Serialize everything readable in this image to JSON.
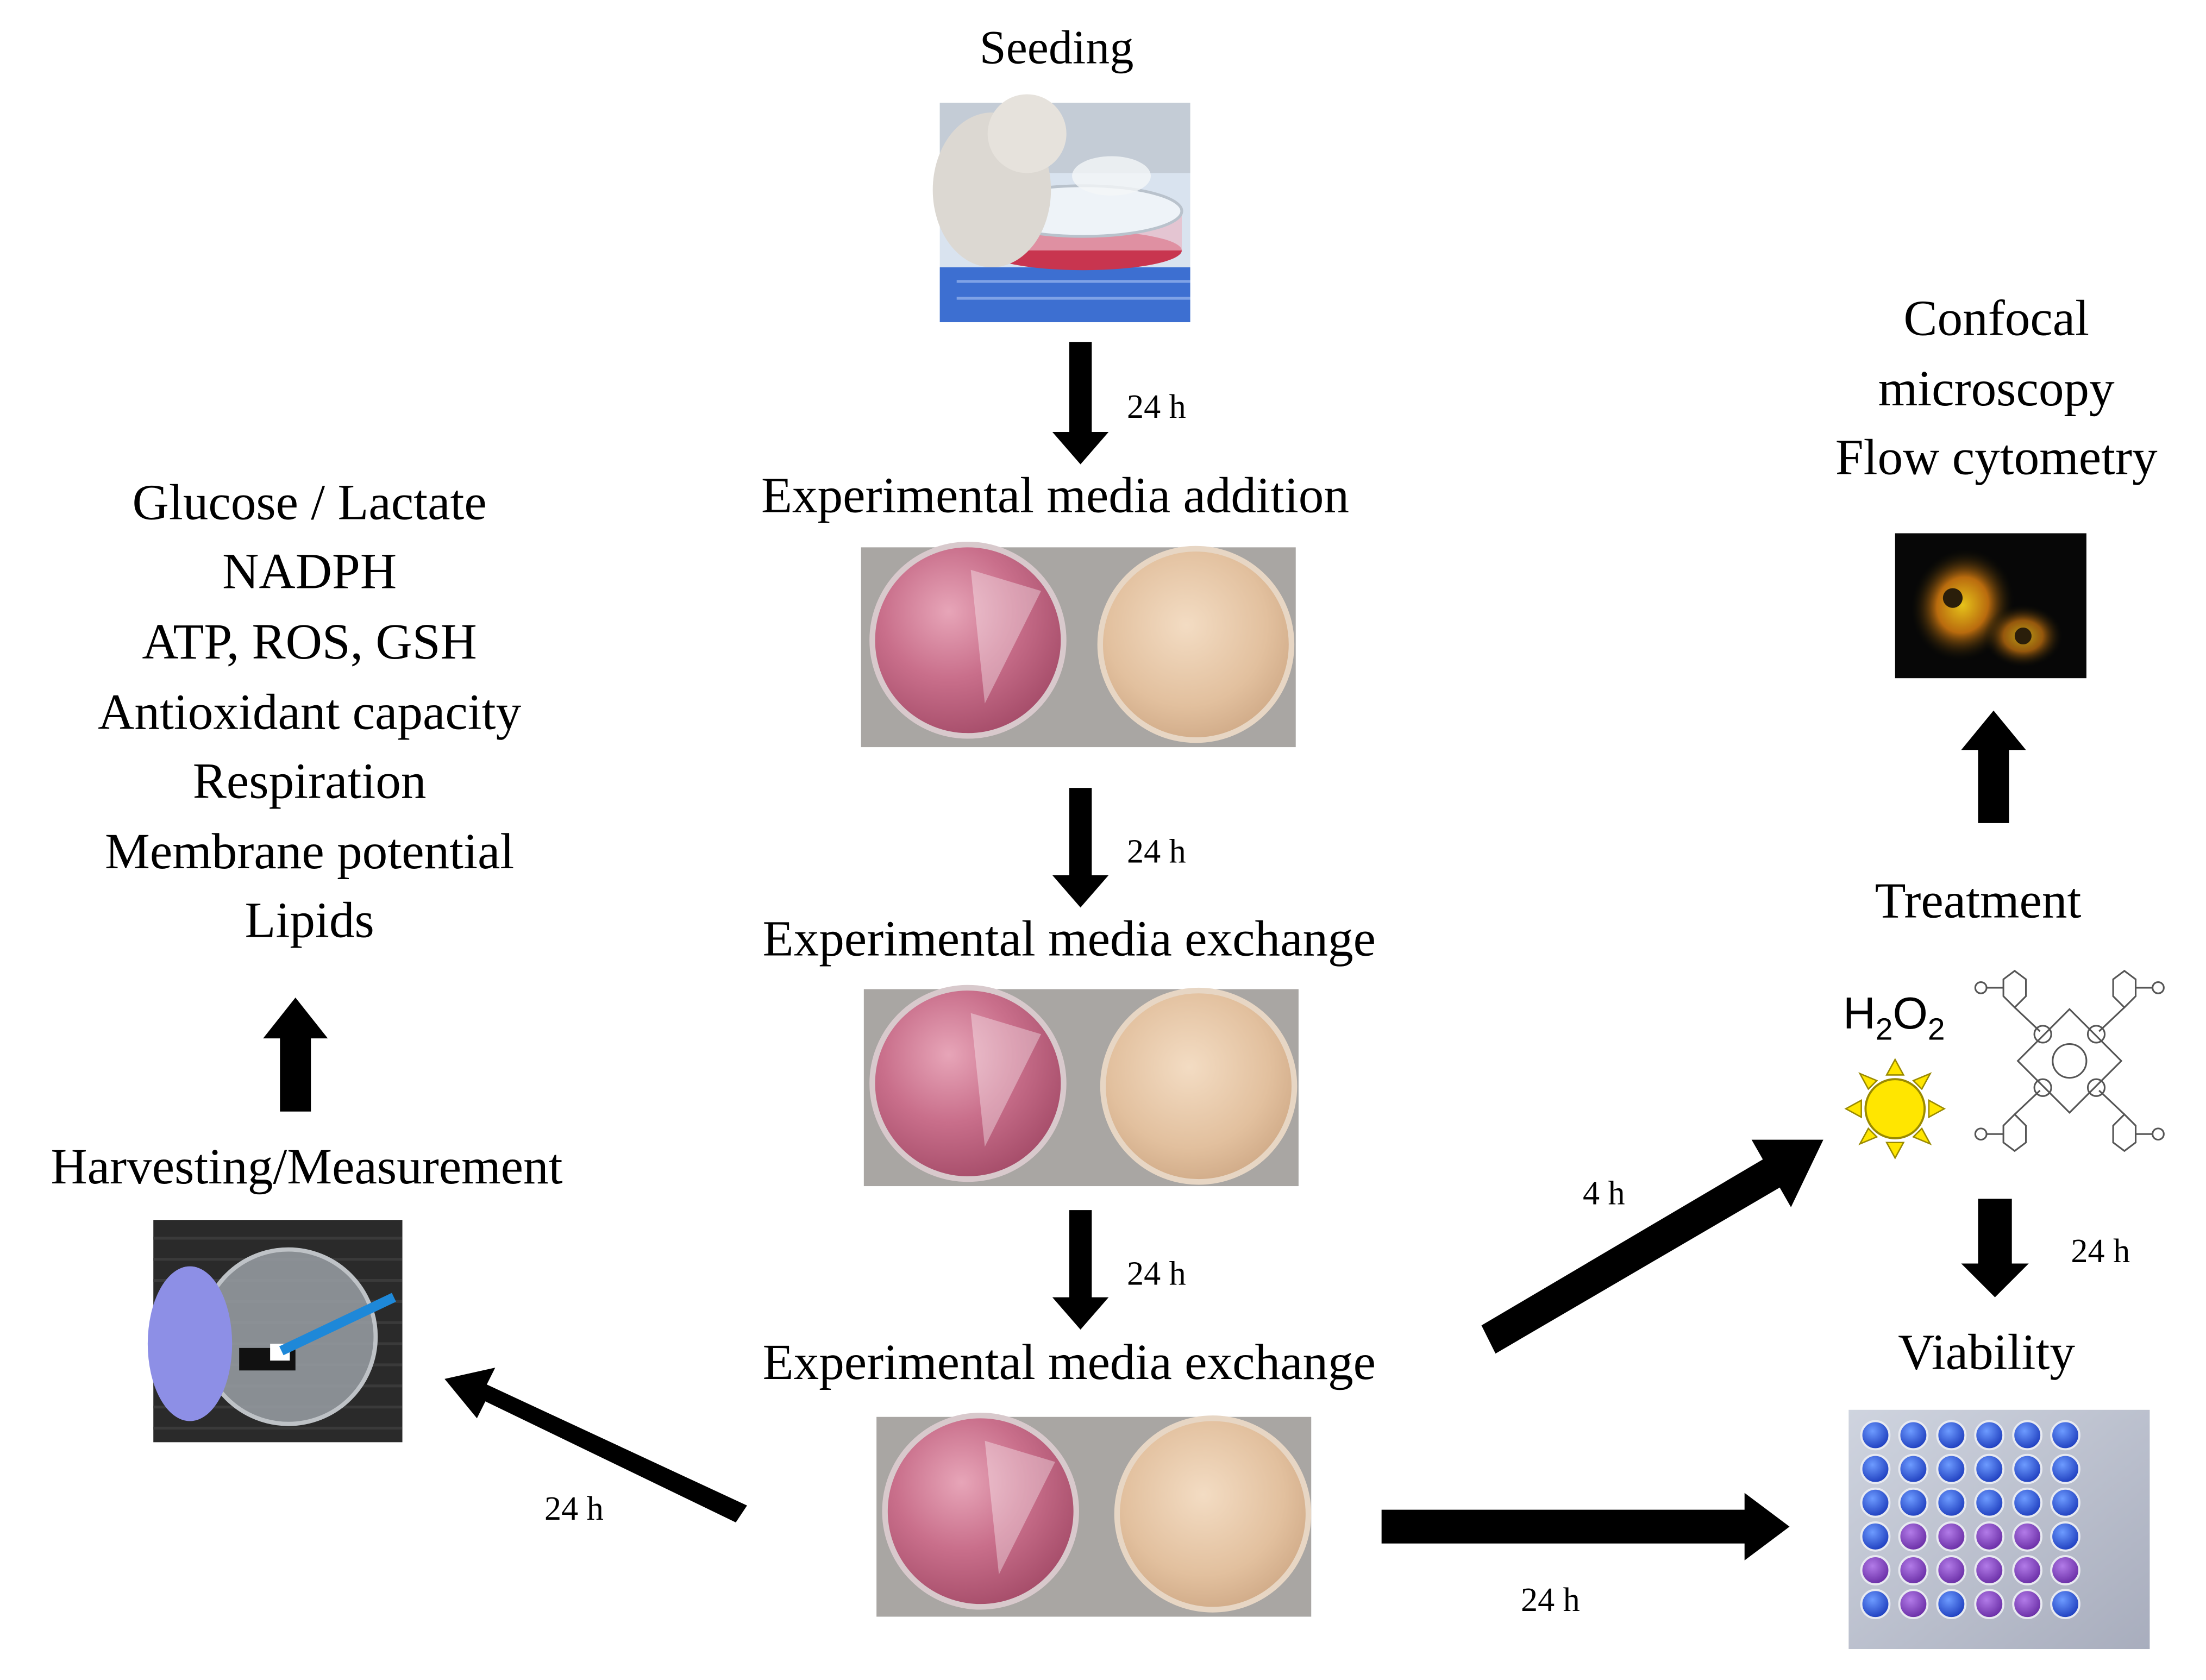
{
  "steps": {
    "seeding": "Seeding",
    "addition": "Experimental media addition",
    "exchange_1": "Experimental media exchange",
    "exchange_2": "Experimental media exchange",
    "harvesting": "Harvesting/Measurement",
    "treatment": "Treatment",
    "viability": "Viability"
  },
  "measurements": [
    "Glucose / Lactate",
    "NADPH",
    "ATP, ROS, GSH",
    "Antioxidant capacity",
    "Respiration",
    "Membrane potential",
    "Lipids"
  ],
  "imaging": [
    "Confocal",
    "microscopy",
    "Flow cytometry"
  ],
  "treatment_agents": {
    "peroxide": {
      "base": "H",
      "sub1": "2",
      "mid": "O",
      "sub2": "2"
    }
  },
  "durations": {
    "seed_to_addition": "24 h",
    "addition_to_exchange": "24 h",
    "exchange_to_exchange": "24 h",
    "to_harvest": "24 h",
    "to_treatment": "4 h",
    "treatment_to_viability": "24 h",
    "to_viability": "24 h"
  },
  "colors": {
    "pink_medium": "#c95f7e",
    "yellow_medium": "#e6c4a2",
    "plate_purple": "#7a3fb8",
    "plate_blue": "#2f5fe0",
    "sun": "#ffe600",
    "glove": "#8d8fe6"
  },
  "icons": [
    "seeding-photo",
    "dish-photo",
    "harvest-photo",
    "confocal-image",
    "sun-icon",
    "porphyrin-structure",
    "well-plate-photo"
  ]
}
